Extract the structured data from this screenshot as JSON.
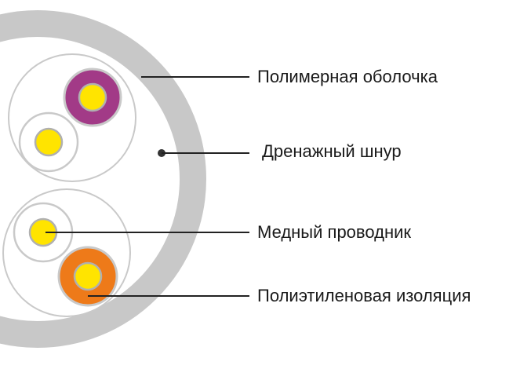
{
  "labels": {
    "sheath": "Полимерная оболочка",
    "drain": "Дренажный шнур",
    "conductor": "Медный проводник",
    "insulation": "Полиэтиленовая изоляция"
  },
  "colors": {
    "sheath": "#c8c8c8",
    "inner_fill": "#ffffff",
    "pair_outline": "#c9c9c9",
    "conductor": "#ffe400",
    "conductor_rim": "#b0b0b0",
    "insulation_magenta": "#a23a87",
    "insulation_orange": "#ee7a19",
    "insulation_white": "#ffffff",
    "leader_line": "#222222"
  }
}
